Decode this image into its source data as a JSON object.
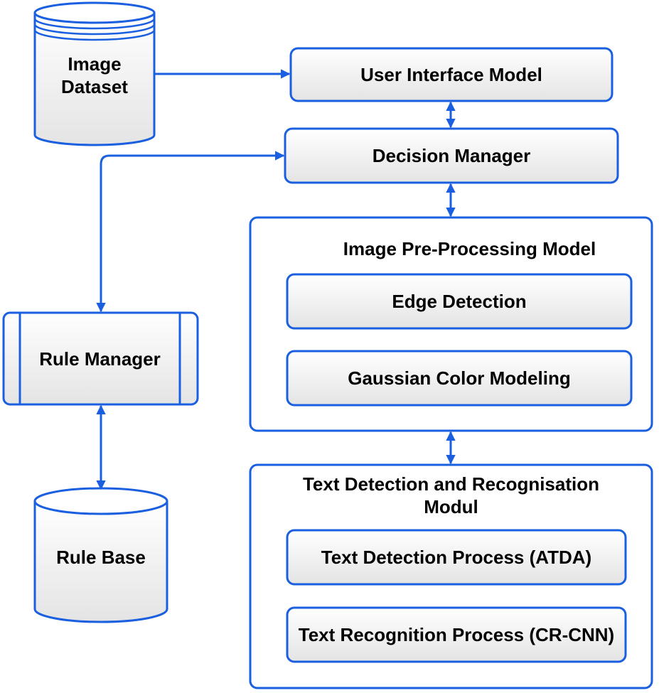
{
  "colors": {
    "line": "#1a5fe0",
    "box_fill_top": "#ffffff",
    "box_fill_bottom": "#e4e4e4",
    "container_fill": "#ffffff",
    "text": "#000000"
  },
  "nodes": {
    "image_dataset": {
      "label_line1": "Image",
      "label_line2": "Dataset",
      "shape": "database-cylinder"
    },
    "user_interface_model": {
      "label": "User Interface Model"
    },
    "decision_manager": {
      "label": "Decision Manager"
    },
    "rule_manager": {
      "label": "Rule Manager",
      "shape": "predefined-process"
    },
    "rule_base": {
      "label": "Rule Base",
      "shape": "database-cylinder"
    },
    "preprocessing": {
      "title": "Image Pre-Processing Model",
      "children": [
        "Edge Detection",
        "Gaussian Color Modeling"
      ]
    },
    "text_module": {
      "title_line1": "Text Detection and Recognisation",
      "title_line2": "Modul",
      "children": [
        "Text Detection Process (ATDA)",
        "Text Recognition Process (CR-CNN)"
      ]
    }
  },
  "edges": [
    {
      "from": "image_dataset",
      "to": "user_interface_model",
      "direction": "forward"
    },
    {
      "from": "user_interface_model",
      "to": "decision_manager",
      "direction": "both"
    },
    {
      "from": "decision_manager",
      "to": "rule_manager",
      "direction": "both"
    },
    {
      "from": "decision_manager",
      "to": "preprocessing",
      "direction": "both"
    },
    {
      "from": "preprocessing",
      "to": "text_module",
      "direction": "both"
    },
    {
      "from": "rule_manager",
      "to": "rule_base",
      "direction": "both"
    }
  ]
}
